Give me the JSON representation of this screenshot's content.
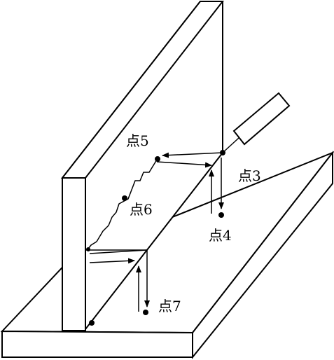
{
  "labels": {
    "p3": "点3",
    "p4": "点4",
    "p5": "点5",
    "p6": "点6",
    "p7": "点7"
  }
}
